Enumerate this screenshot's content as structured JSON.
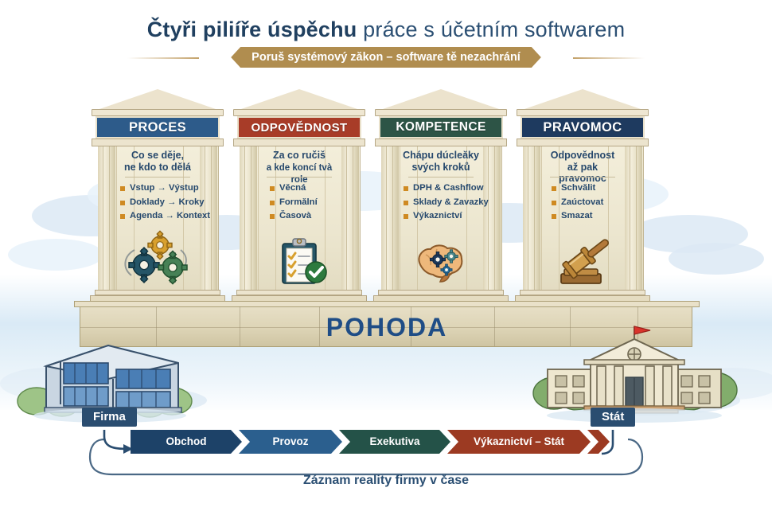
{
  "header": {
    "title_bold": "Čtyři piliíře úspěchu",
    "title_rest": " práce s účetním softwarem",
    "ribbon": "Poruš systémový zăkon – software tě nezachrání",
    "ribbon_color": "#b08d4f",
    "title_color": "#2b4f73"
  },
  "foundation": {
    "label": "POHODA",
    "label_color": "#1f4d86",
    "stone_color": "#ddd4b6"
  },
  "pillars": [
    {
      "id": "proces",
      "title": "PROCES",
      "header_color": "#2d5b8a",
      "subtitle_line1": "Co se děje,",
      "subtitle_line2": "ne kdo to dělá",
      "bullets": [
        "Vstup → Výstup",
        "Doklady → Kroky",
        "Agenda → Kontext"
      ],
      "icon": "gears-icon"
    },
    {
      "id": "odpovednost",
      "title": "ODPOVĚDNOST",
      "header_color": "#a83c28",
      "subtitle_line1": "Za co ručiš",
      "subtitle_line2": "a kde koncí tvà role",
      "bullets": [
        "Věcná",
        "Formălní",
        "Časovà"
      ],
      "icon": "clipboard-check-icon"
    },
    {
      "id": "kompetence",
      "title": "KOMPETENCE",
      "header_color": "#2d5446",
      "subtitle_line1": "Chápu dúcleăky",
      "subtitle_line2": "svých kroků",
      "bullets": [
        "DPH & Cashflow",
        "Sklady & Zavazky",
        "Výkaznictví"
      ],
      "icon": "brain-gears-icon"
    },
    {
      "id": "pravomoc",
      "title": "PRAVOMOC",
      "header_color": "#1e3a5f",
      "subtitle_line1": "Odpovědnost",
      "subtitle_line2": "až pak pravomoc",
      "bullets": [
        "Schvălit",
        "Zaúctovat",
        "Smazat"
      ],
      "icon": "gavel-icon"
    }
  ],
  "endpoints": {
    "firma_label": "Firma",
    "stat_label": "Stát",
    "label_bg": "#2a4d70"
  },
  "flow": {
    "steps": [
      {
        "label": "Obchod",
        "color": "#1d4268"
      },
      {
        "label": "Provoz",
        "color": "#2b5f8e"
      },
      {
        "label": "Exekutiva",
        "color": "#245248"
      },
      {
        "label": "Výkaznictví – Stát",
        "color": "#9c3a22"
      }
    ],
    "caption": "Záznam reality firmy v čase",
    "arrow_color": "#2a4d70"
  }
}
